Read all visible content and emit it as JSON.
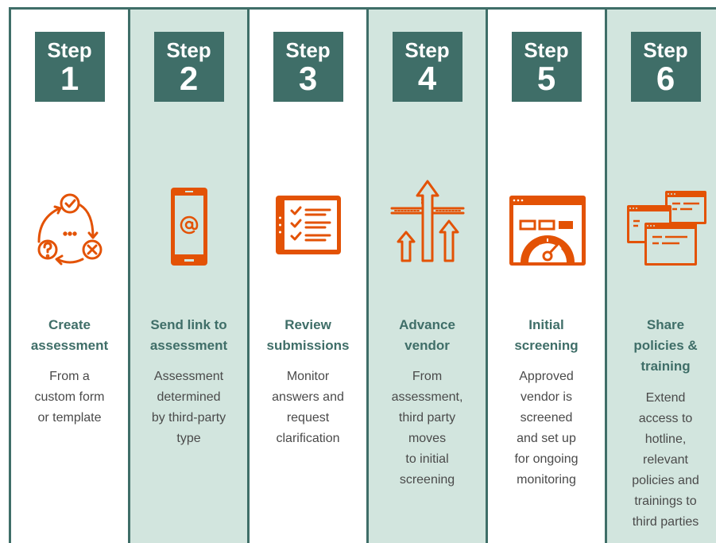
{
  "colors": {
    "teal": "#3f6e68",
    "light_teal": "#d2e5de",
    "orange": "#e35205",
    "text": "#4a4a4a"
  },
  "steps": [
    {
      "step_word": "Step",
      "number": "1",
      "title_lines": [
        "Create",
        "assessment"
      ],
      "desc_lines": [
        "From a",
        "custom form",
        "or template"
      ],
      "icon": "cycle-checkmark-question-x-icon"
    },
    {
      "step_word": "Step",
      "number": "2",
      "title_lines": [
        "Send link to",
        "assessment"
      ],
      "desc_lines": [
        "Assessment",
        "determined",
        "by third-party",
        "type"
      ],
      "icon": "tablet-at-sign-icon"
    },
    {
      "step_word": "Step",
      "number": "3",
      "title_lines": [
        "Review",
        "submissions"
      ],
      "desc_lines": [
        "Monitor",
        "answers and",
        "request",
        "clarification"
      ],
      "icon": "checklist-tablet-icon"
    },
    {
      "step_word": "Step",
      "number": "4",
      "title_lines": [
        "Advance",
        "vendor"
      ],
      "desc_lines": [
        "From",
        "assessment,",
        "third party",
        "moves",
        "to initial",
        "screening"
      ],
      "icon": "upward-arrows-icon"
    },
    {
      "step_word": "Step",
      "number": "5",
      "title_lines": [
        "Initial",
        "screening"
      ],
      "desc_lines": [
        "Approved",
        "vendor is",
        "screened",
        "and set up",
        "for ongoing",
        "monitoring"
      ],
      "icon": "browser-gauge-icon"
    },
    {
      "step_word": "Step",
      "number": "6",
      "title_lines": [
        "Share",
        "policies &",
        "training"
      ],
      "desc_lines": [
        "Extend",
        "access to",
        "hotline,",
        "relevant",
        "policies and",
        "trainings to",
        "third parties"
      ],
      "icon": "stacked-windows-icon"
    }
  ]
}
